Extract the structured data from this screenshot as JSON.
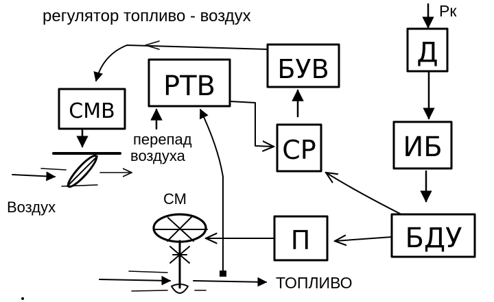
{
  "title": "регулятор топливо - воздух",
  "labels": {
    "pk": "Рк",
    "air_drop": [
      "перепад",
      "воздуха"
    ],
    "air": "Воздух",
    "cm": "СМ",
    "fuel": "ТОПЛИВО"
  },
  "blocks": {
    "rtv": "РТВ",
    "buv": "БУВ",
    "d": "Д",
    "smv": "СМВ",
    "sr": "СР",
    "ib": "ИБ",
    "p": "П",
    "bdu": "БДУ"
  },
  "colors": {
    "ink": "#000000",
    "background": "#ffffff"
  }
}
